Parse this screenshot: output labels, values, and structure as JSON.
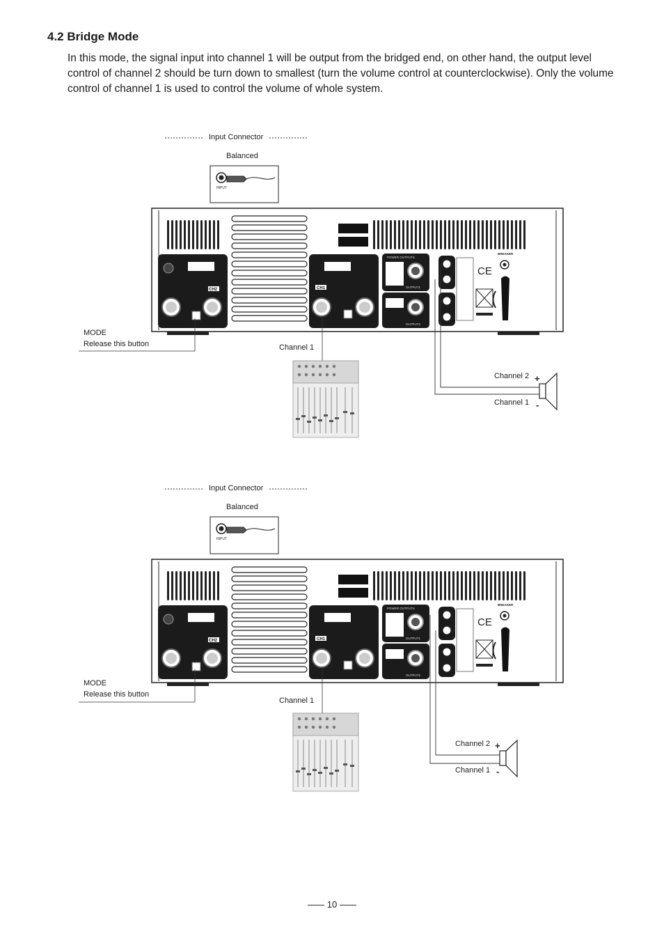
{
  "section": {
    "heading": "4.2 Bridge Mode",
    "intro": "In this mode, the signal input into channel 1 will be output from the bridged end, on other hand, the output level control of channel 2 should be turn down to smallest (turn the volume control at counterclockwise). Only the volume control of channel 1 is used to control the volume of whole system."
  },
  "diagrams": [
    {
      "input_connector": "Input Connector",
      "balanced": "Balanced",
      "input_tag": "INPUT",
      "mode_title": "MODE",
      "mode_note": "Release this button",
      "mixer_channel": "Channel 1",
      "speaker_plus": "Channel 2",
      "speaker_minus": "Channel 1",
      "ch2_tag": "CH2",
      "ch1_tag": "CH1",
      "breaker": "BREAKER",
      "ce": "CE",
      "power_outputs": "POWER OUTPUTS",
      "output1": "OUTPUT1",
      "output2": "OUTPUT2"
    },
    {
      "input_connector": "Input Connector",
      "balanced": "Balanced",
      "input_tag": "INPUT",
      "mode_title": "MODE",
      "mode_note": "Release this button",
      "mixer_channel": "Channel 1",
      "speaker_plus": "Channel 2",
      "speaker_minus": "Channel 1",
      "ch2_tag": "CH2",
      "ch1_tag": "CH1",
      "breaker": "BREAKER",
      "ce": "CE",
      "power_outputs": "POWER OUTPUTS",
      "output1": "OUTPUT1",
      "output2": "OUTPUT2"
    }
  ],
  "footer": {
    "page_number": "10"
  }
}
